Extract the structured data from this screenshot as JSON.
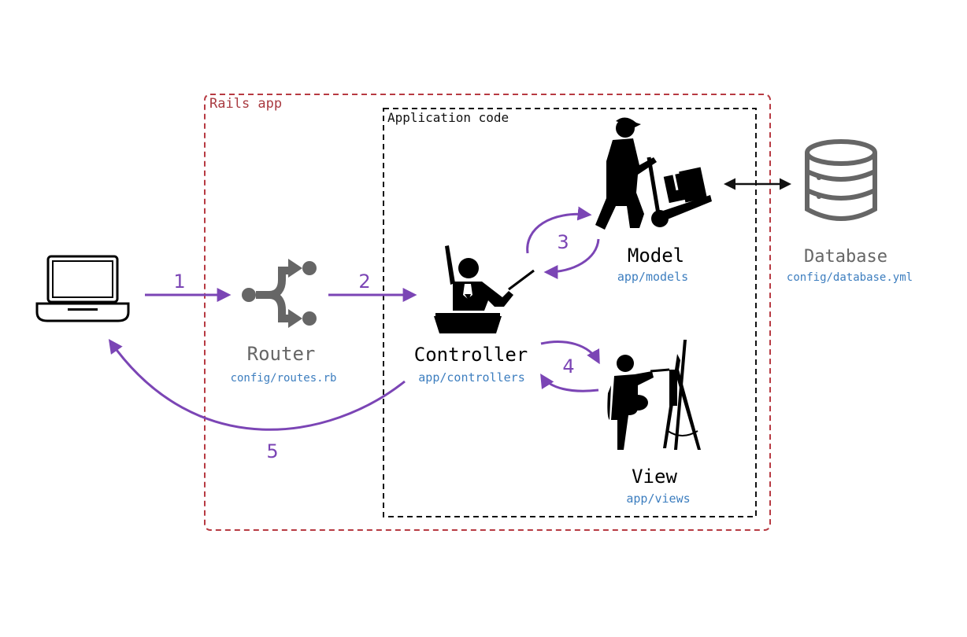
{
  "colors": {
    "flow": "#7b45b5",
    "rails_border": "#b73a42",
    "rails_text": "#a93a40",
    "app_border": "#111111",
    "path_text": "#3d7ebf",
    "muted": "#666666",
    "black": "#000000"
  },
  "containers": {
    "rails": {
      "label": "Rails app"
    },
    "app": {
      "label": "Application code"
    }
  },
  "nodes": {
    "client": {
      "icon": "laptop-icon"
    },
    "router": {
      "label": "Router",
      "path": "config/routes.rb",
      "icon": "router-split-icon"
    },
    "controller": {
      "label": "Controller",
      "path": "app/controllers",
      "icon": "conductor-icon"
    },
    "model": {
      "label": "Model",
      "path": "app/models",
      "icon": "delivery-person-icon"
    },
    "view": {
      "label": "View",
      "path": "app/views",
      "icon": "painter-icon"
    },
    "database": {
      "label": "Database",
      "path": "config/database.yml",
      "icon": "database-icon"
    }
  },
  "steps": {
    "s1": "1",
    "s2": "2",
    "s3": "3",
    "s4": "4",
    "s5": "5"
  }
}
